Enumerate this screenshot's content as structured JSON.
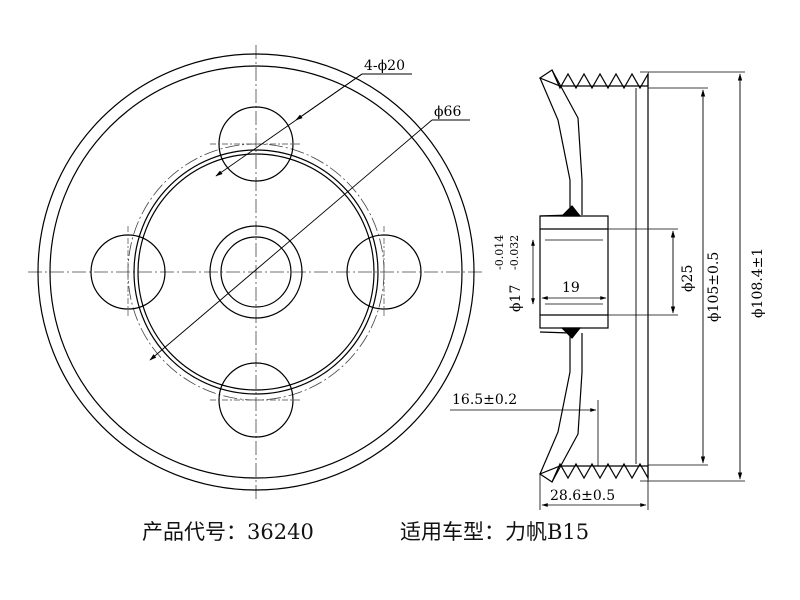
{
  "front_view": {
    "hole_callout": "4-ϕ20",
    "pcd_callout": "ϕ66"
  },
  "section_view": {
    "dim_bore": "ϕ17",
    "dim_bore_tol_upper": "-0.014",
    "dim_bore_tol_lower": "-0.032",
    "dim_width": "19",
    "dim_d25": "ϕ25",
    "dim_d105": "ϕ105±0.5",
    "dim_d108": "ϕ108.4±1",
    "dim_offset": "16.5±0.2",
    "dim_total_width": "28.6±0.5"
  },
  "caption": {
    "product_code": "产品代号：36240",
    "application": "适用车型：力帆B15"
  }
}
